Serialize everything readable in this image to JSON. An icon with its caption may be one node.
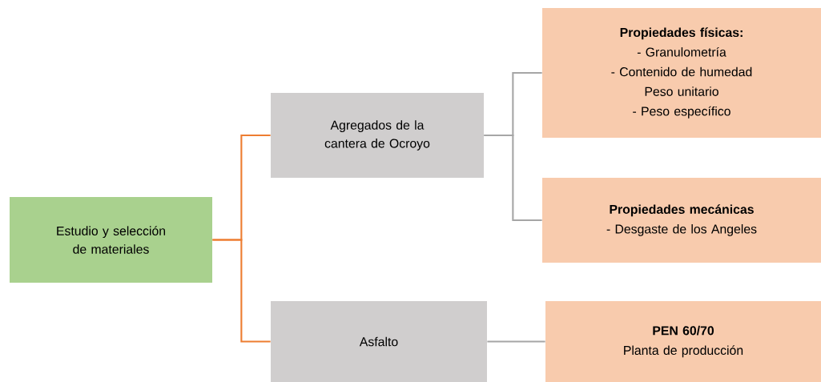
{
  "diagram": {
    "nodes": [
      {
        "text": [
          "Estudio y selección de materiales"
        ]
      },
      {
        "text": [
          "Agregados de la cantera de Ocroyo"
        ]
      },
      {
        "text": [
          "Asfalto"
        ]
      },
      {
        "text": [
          "Propiedades físicas:",
          "- Granulometría",
          "- Contenido de humedad",
          "Peso unitario",
          "- Peso específico"
        ]
      },
      {
        "text": [
          "Propiedades mecánicas",
          "- Desgaste de los Angeles"
        ]
      },
      {
        "text": [
          "PEN 60/70",
          "Planta de producción"
        ]
      }
    ],
    "edges": [
      {
        "from": 0,
        "to": 1,
        "arrow": "none",
        "color": "#ed7d31"
      },
      {
        "from": 0,
        "to": 2,
        "arrow": "none",
        "color": "#ed7d31"
      },
      {
        "from": 1,
        "to": 3,
        "arrow": "none"
      },
      {
        "from": 1,
        "to": 4,
        "arrow": "none"
      },
      {
        "from": 2,
        "to": 5,
        "arrow": "none"
      }
    ]
  }
}
